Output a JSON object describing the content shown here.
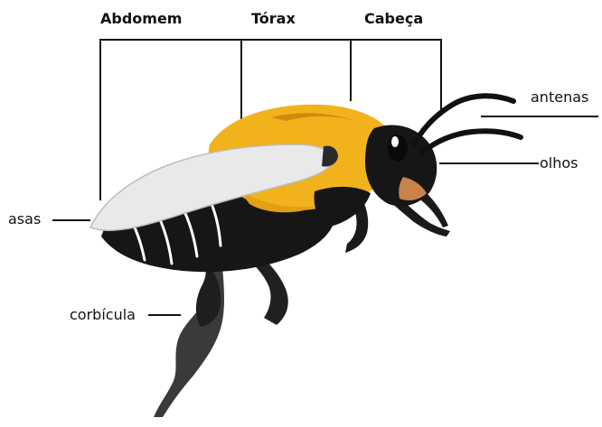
{
  "diagram": {
    "headers": {
      "abdomen": "Abdomem",
      "thorax": "Tórax",
      "head": "Cabeça"
    },
    "labels": {
      "wings": "asas",
      "antennae": "antenas",
      "eyes": "olhos",
      "pollen_basket": "corbícula"
    },
    "colors": {
      "fur": "#F1B21C",
      "fur_dark": "#D08A0E",
      "body": "#161616",
      "leg_gray": "#3A3A3A",
      "wing": "#E9E9E9",
      "face": "#C9824C"
    }
  }
}
